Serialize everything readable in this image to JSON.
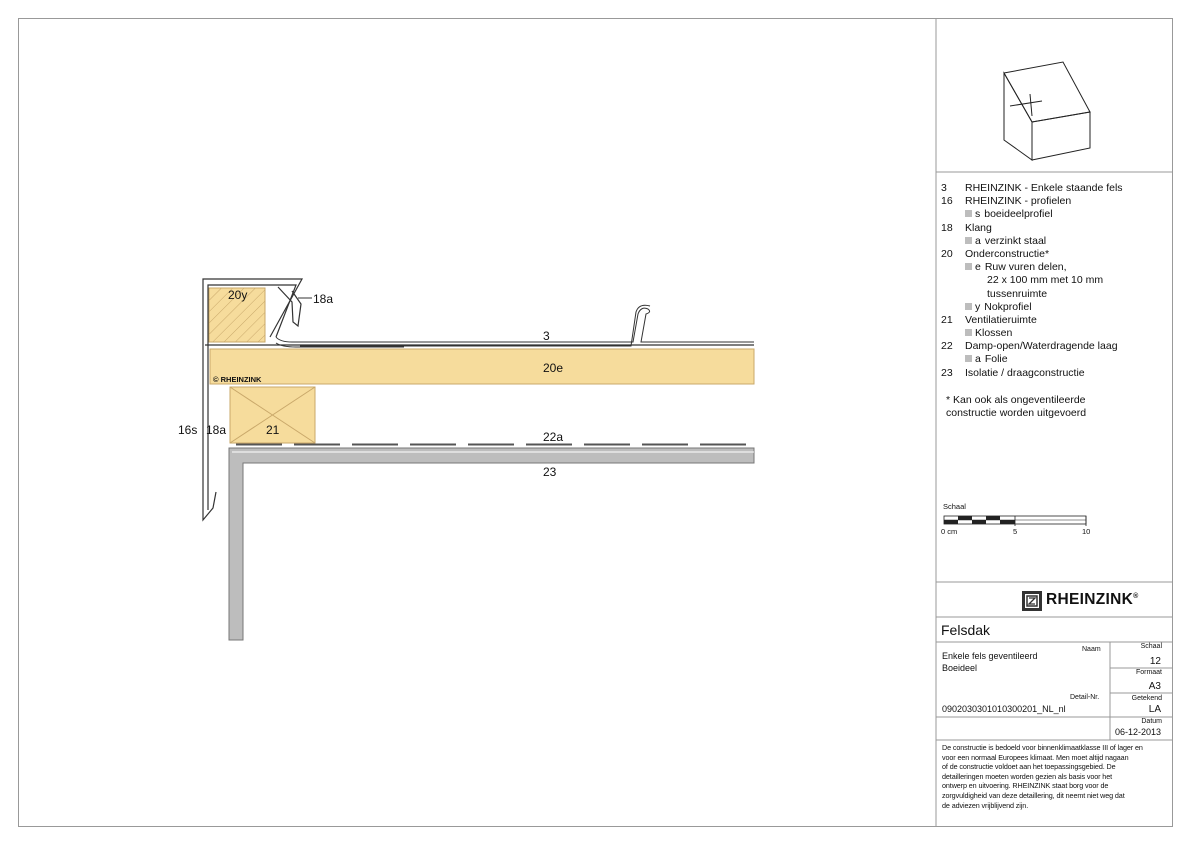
{
  "labels": {
    "l20y": "20y",
    "l18a_top": "18a",
    "l3": "3",
    "l20e": "20e",
    "stamp": "RHEINZINK",
    "l16s": "16s",
    "l18a_side": "18a",
    "l21": "21",
    "l22a": "22a",
    "l23": "23"
  },
  "legend": [
    {
      "num": "3",
      "text": "RHEINZINK - Enkele staande fels"
    },
    {
      "num": "16",
      "text": "RHEINZINK - profielen"
    },
    {
      "num": "",
      "sub": "s",
      "text": "boeideelprofiel"
    },
    {
      "num": "18",
      "text": "Klang"
    },
    {
      "num": "",
      "sub": "a",
      "text": "verzinkt staal"
    },
    {
      "num": "20",
      "text": "Onderconstructie*"
    },
    {
      "num": "",
      "sub": "e",
      "text": "Ruw vuren delen,"
    },
    {
      "num": "",
      "text": "22 x 100 mm met 10 mm"
    },
    {
      "num": "",
      "text": "tussenruimte"
    },
    {
      "num": "",
      "sub": "y",
      "text": "Nokprofiel"
    },
    {
      "num": "21",
      "text": "Ventilatieruimte"
    },
    {
      "num": "",
      "text": "Klossen"
    },
    {
      "num": "22",
      "text": "Damp-open/Waterdragende laag"
    },
    {
      "num": "",
      "sub": "a",
      "text": "Folie"
    },
    {
      "num": "23",
      "text": "Isolatie / draagconstructie"
    }
  ],
  "note": [
    "* Kan ook als ongeventileerde",
    "constructie worden uitgevoerd"
  ],
  "scale_bar": {
    "title": "Schaal",
    "t0": "0 cm",
    "t5": "5",
    "t10": "10"
  },
  "brand": "RHEINZINK",
  "title_block": {
    "category": "Felsdak",
    "naam_label": "Naam",
    "naam_line1": "Enkele fels geventileerd",
    "naam_line2": "Boeideel",
    "schaal_label": "Schaal",
    "schaal_value": "12",
    "formaat_label": "Formaat",
    "formaat_value": "A3",
    "detail_label": "Detail-Nr.",
    "detail_value": "0902030301010300201_NL_nl",
    "getekend_label": "Getekend",
    "getekend_value": "LA",
    "datum_label": "Datum",
    "datum_value": "06-12-2013",
    "disclaimer": [
      "De constructie is bedoeld voor binnenklimaatklasse III of lager en",
      "voor een normaal Europees klimaat. Men moet altijd nagaan",
      "of de constructie voldoet aan het toepassingsgebied. De",
      "detailleringen moeten worden gezien als basis voor het",
      "ontwerp en uitvoering. RHEINZINK staat borg voor de",
      "zorgvuldigheid van deze detaillering, dit neemt niet weg dat",
      "de adviezen vrijblijvend zijn."
    ]
  },
  "colors": {
    "wood": "#f6dc9c",
    "insulation": "#bdbdbd",
    "line": "#333333"
  }
}
